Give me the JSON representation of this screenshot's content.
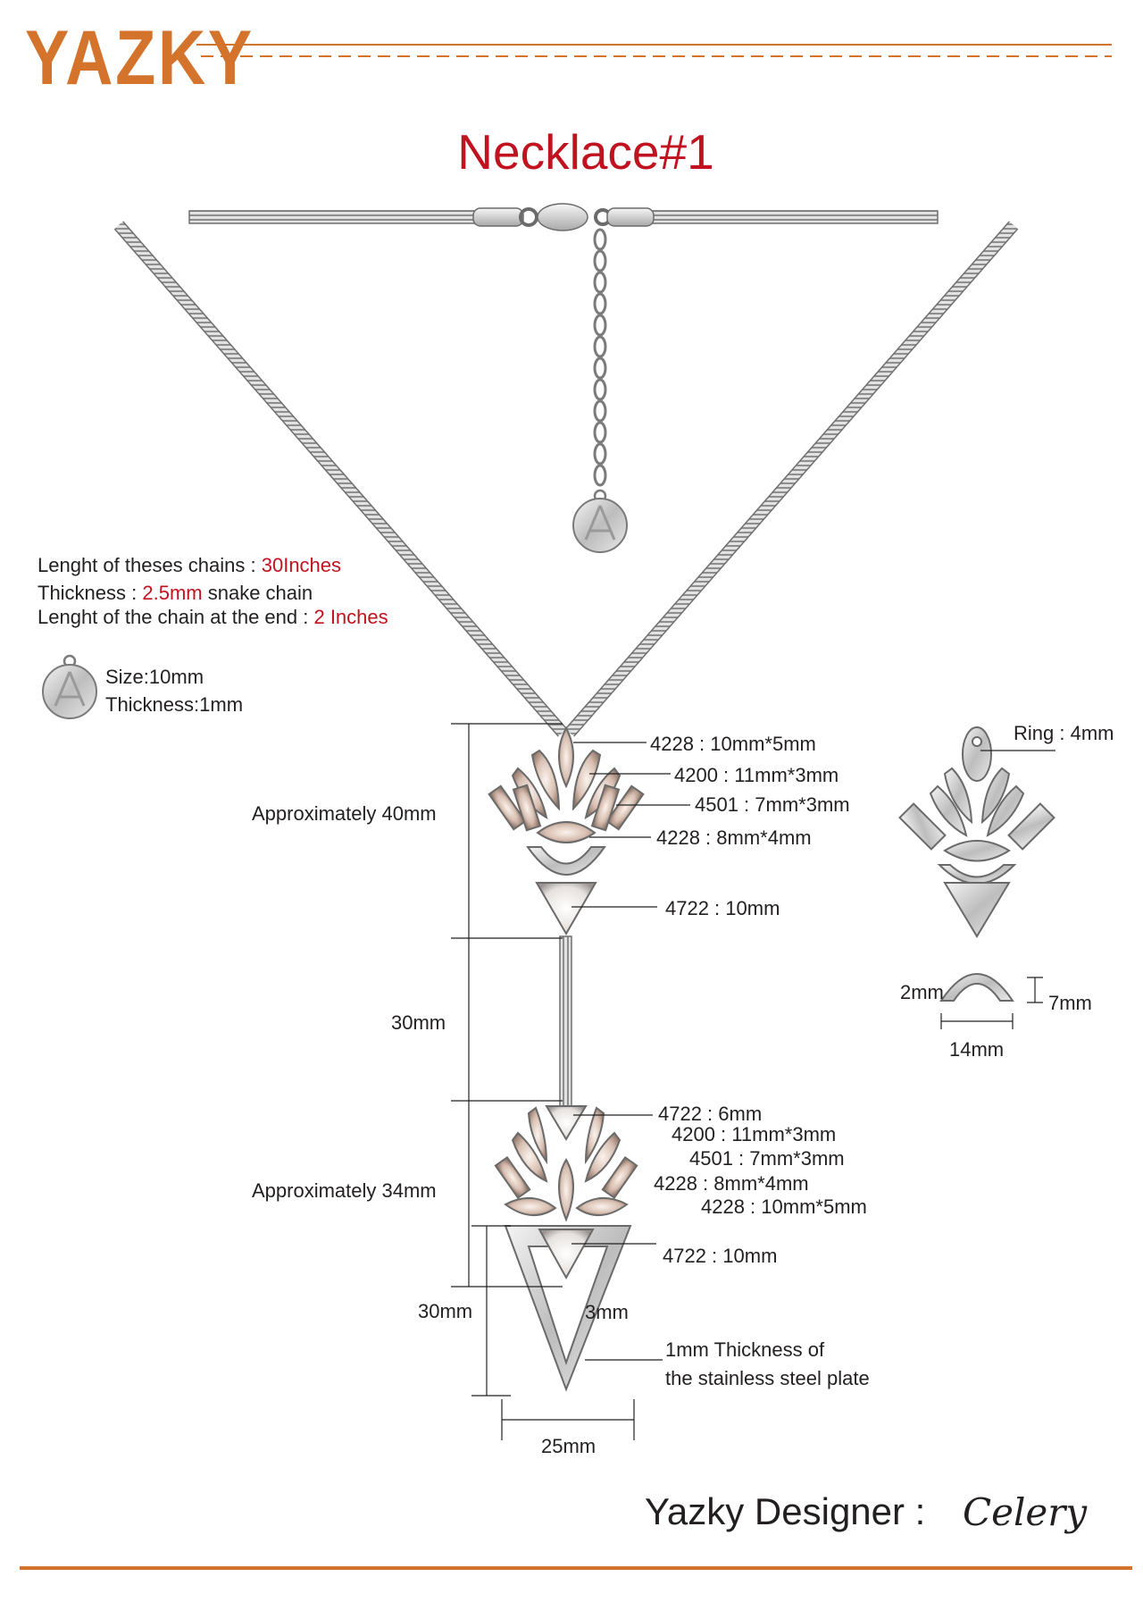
{
  "brand": {
    "logo": "YAZKY",
    "accent_color": "#d4732b"
  },
  "title": "Necklace#1",
  "title_color": "#c1121f",
  "specs": {
    "chain_length": {
      "label": "Lenght of theses chains : ",
      "value": "30Inches"
    },
    "thickness": {
      "label": "Thickness : ",
      "value": "2.5mm",
      "suffix": " snake chain"
    },
    "end_chain": {
      "label": "Lenght of the chain at the end : ",
      "value": "2 Inches"
    }
  },
  "tag": {
    "size": "Size:10mm",
    "thickness": "Thickness:1mm",
    "icon": "logo-tag-icon"
  },
  "upper_pendant": {
    "height_label": "Approximately 40mm",
    "parts": [
      "4228 : 10mm*5mm",
      "4200 : 11mm*3mm",
      "4501 : 7mm*3mm",
      "4228 : 8mm*4mm",
      "4722 : 10mm"
    ]
  },
  "connector": {
    "length_label": "30mm"
  },
  "lower_pendant": {
    "height_label": "Approximately 34mm",
    "parts": [
      "4722 : 6mm",
      "4200 : 11mm*3mm",
      "4501 : 7mm*3mm",
      "4228 : 8mm*4mm",
      "4228 : 10mm*5mm",
      "4722 : 10mm"
    ],
    "triangle_height": "30mm",
    "triangle_width": "25mm",
    "frame_width": "3mm",
    "plate_note_1": "1mm Thickness of",
    "plate_note_2": "the stainless steel plate"
  },
  "side_view": {
    "ring": "Ring : 4mm",
    "arc_thickness": "2mm",
    "arc_height": "7mm",
    "arc_width": "14mm"
  },
  "designer": {
    "label": "Yazky Designer :",
    "name": "Celery"
  }
}
